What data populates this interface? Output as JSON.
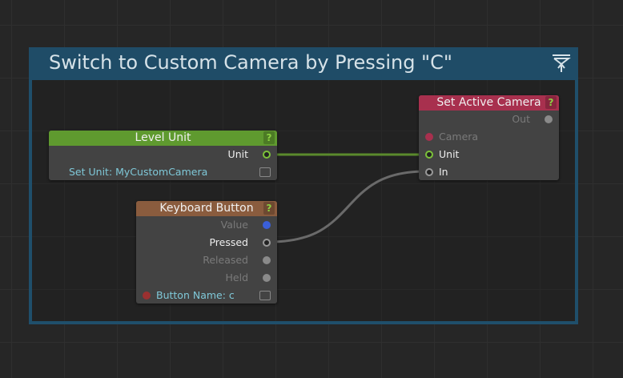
{
  "group": {
    "title": "Switch to Custom Camera by Pressing \"C\""
  },
  "nodes": {
    "level_unit": {
      "title": "Level Unit",
      "help": "?",
      "out_unit": "Unit",
      "param": "Set Unit: MyCustomCamera",
      "color": "#5f9a2f"
    },
    "keyboard_button": {
      "title": "Keyboard Button",
      "help": "?",
      "outputs": [
        "Value",
        "Pressed",
        "Released",
        "Held"
      ],
      "param": "Button Name: c",
      "color": "#8a5c3e"
    },
    "set_active_camera": {
      "title": "Set Active Camera",
      "help": "?",
      "out": "Out",
      "inputs": [
        "Camera",
        "Unit",
        "In"
      ],
      "color": "#a8304e"
    }
  }
}
